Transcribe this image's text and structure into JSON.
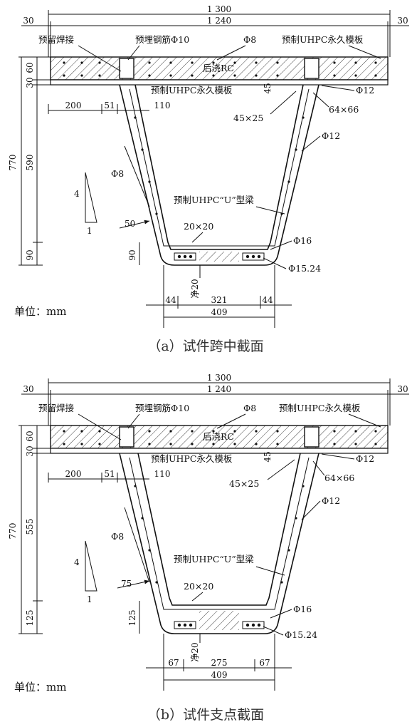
{
  "figures": [
    {
      "id": "a",
      "caption": "（a）试件跨中截面",
      "dims_top": {
        "overall": "1 300",
        "inner": "1 240",
        "left_edge": "30",
        "right_edge": "30"
      },
      "dims_left": {
        "total": "770",
        "upper_30": "30",
        "upper_60": "60",
        "web": "590",
        "bottom": "90"
      },
      "dims_flange": {
        "flange": "200",
        "web_top": "51",
        "web_gap": "110"
      },
      "dims_bottom": {
        "left": "44",
        "middle": "321",
        "right": "44",
        "total": "409",
        "cover": "净20"
      },
      "labels": {
        "weld": "预留焊接",
        "embed_bar": "预埋钢筋Φ10",
        "phi8_top": "Φ8",
        "perm_form_top": "预制UHPC永久模板",
        "cast_rc": "后浇RC",
        "perm_form_mid": "预制UHPC永久模板",
        "dim45": "45",
        "phi12_a": "Φ12",
        "chamfer1": "45×25",
        "chamfer2": "64×66",
        "phi12_b": "Φ12",
        "phi8_web": "Φ8",
        "u_beam": "预制UHPC“U”型梁",
        "web_thk": "50",
        "chamfer3": "20×20",
        "phi16": "Φ16",
        "strand": "Φ15.24",
        "bottom90": "90",
        "slope_v": "4",
        "slope_h": "1"
      },
      "unit_label": "单位：mm"
    },
    {
      "id": "b",
      "caption": "（b）试件支点截面",
      "dims_top": {
        "overall": "1 300",
        "inner": "1 240",
        "left_edge": "30",
        "right_edge": "30"
      },
      "dims_left": {
        "total": "770",
        "upper_30": "30",
        "upper_60": "60",
        "web": "555",
        "bottom": "125"
      },
      "dims_flange": {
        "flange": "200",
        "web_top": "51",
        "web_gap": "110"
      },
      "dims_bottom": {
        "left": "67",
        "middle": "275",
        "right": "67",
        "total": "409",
        "cover": "净20"
      },
      "labels": {
        "weld": "预留焊接",
        "embed_bar": "预埋钢筋Φ10",
        "phi8_top": "Φ8",
        "perm_form_top": "预制UHPC永久模板",
        "cast_rc": "后浇RC",
        "perm_form_mid": "预制UHPC永久模板",
        "dim45": "45",
        "phi12_a": "Φ12",
        "chamfer1": "45×25",
        "chamfer2": "64×66",
        "phi12_b": "Φ12",
        "phi8_web": "Φ8",
        "u_beam": "预制UHPC“U”型梁",
        "web_thk": "75",
        "chamfer3": "20×20",
        "phi16": "Φ16",
        "strand": "Φ15.24",
        "bottom90": "125",
        "slope_v": "4",
        "slope_h": "1"
      },
      "unit_label": "单位：mm"
    }
  ]
}
